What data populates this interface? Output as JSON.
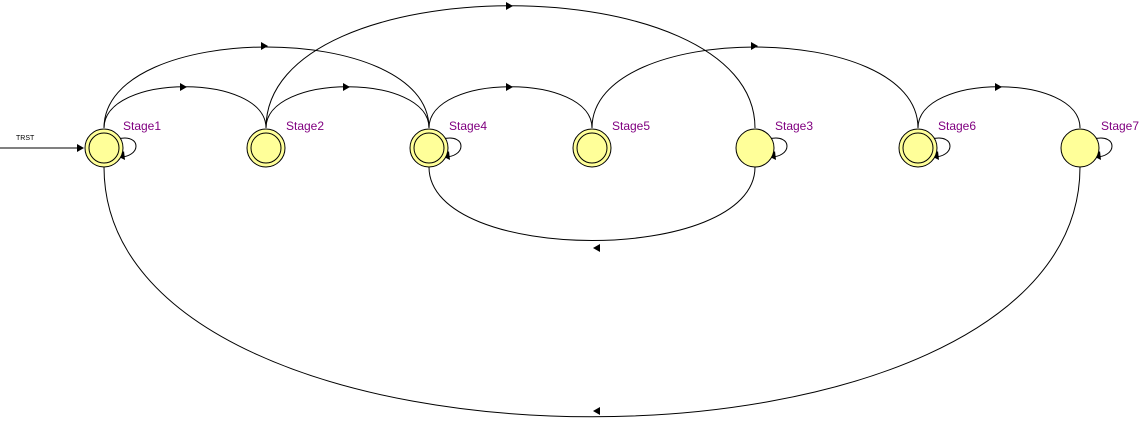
{
  "diagram": {
    "reset_label": "TRST",
    "colors": {
      "state_fill": "#ffff99",
      "label": "#800080",
      "line": "#000000"
    },
    "states": [
      {
        "id": "Stage1",
        "label": "Stage1",
        "double_ring": true
      },
      {
        "id": "Stage2",
        "label": "Stage2",
        "double_ring": true
      },
      {
        "id": "Stage4",
        "label": "Stage4",
        "double_ring": true
      },
      {
        "id": "Stage5",
        "label": "Stage5",
        "double_ring": true
      },
      {
        "id": "Stage3",
        "label": "Stage3",
        "double_ring": false
      },
      {
        "id": "Stage6",
        "label": "Stage6",
        "double_ring": true
      },
      {
        "id": "Stage7",
        "label": "Stage7",
        "double_ring": false
      }
    ],
    "self_loops": [
      "Stage1",
      "Stage4",
      "Stage3",
      "Stage6",
      "Stage7"
    ],
    "transitions": [
      {
        "from": "Stage1",
        "to": "Stage2"
      },
      {
        "from": "Stage1",
        "to": "Stage4"
      },
      {
        "from": "Stage2",
        "to": "Stage4"
      },
      {
        "from": "Stage2",
        "to": "Stage3"
      },
      {
        "from": "Stage4",
        "to": "Stage5"
      },
      {
        "from": "Stage5",
        "to": "Stage6"
      },
      {
        "from": "Stage6",
        "to": "Stage7"
      },
      {
        "from": "Stage3",
        "to": "Stage4"
      },
      {
        "from": "Stage7",
        "to": "Stage1"
      }
    ]
  }
}
